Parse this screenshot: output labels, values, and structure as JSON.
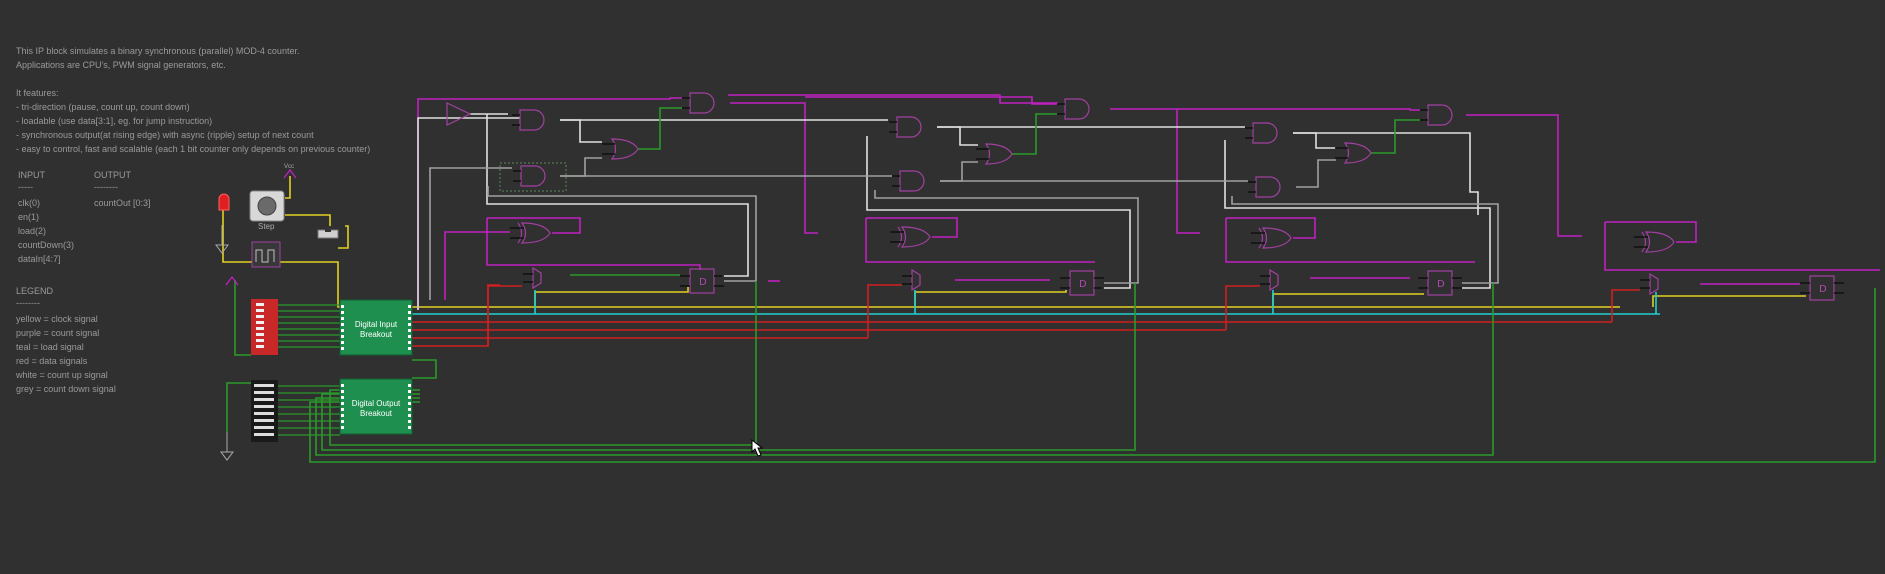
{
  "description": {
    "lines": [
      "This IP block simulates a binary synchronous (parallel) MOD-4 counter.",
      "Applications are CPU's, PWM signal generators, etc.",
      "",
      "It features:",
      "- tri-direction (pause, count up, count down)",
      "- loadable (use data[3:1], eg. for jump instruction)",
      "- synchronous output(at rising edge) with async (ripple) setup of next count",
      "- easy to control, fast and scalable (each 1 bit counter only depends on previous counter)"
    ]
  },
  "io_table": {
    "input_header": "INPUT",
    "input_rule": "-----",
    "output_header": "OUTPUT",
    "output_rule": "--------",
    "inputs": [
      "clk(0)",
      "en(1)",
      "load(2)",
      "countDown(3)",
      "dataIn[4:7]"
    ],
    "outputs": [
      "countOut [0:3]"
    ]
  },
  "legend": {
    "title": "LEGEND",
    "rule": "--------",
    "items": [
      "yellow = clock signal",
      "purple = count signal",
      "teal = load signal",
      "red = data signals",
      "white = count up signal",
      "grey = count down signal"
    ]
  },
  "components": {
    "step_label": "Step",
    "vcc_label": "Vcc",
    "input_breakout": "Digital Input Breakout",
    "output_breakout": "Digital Output Breakout",
    "flipflop_label": "D"
  },
  "colors": {
    "background": "#303030",
    "clock": "#e0d020",
    "count": "#c020c0",
    "load": "#20d0d0",
    "data": "#d02020",
    "count_up": "#e0e0e0",
    "count_down": "#a0a0a0",
    "output_wire": "#2a9a2a",
    "breakout_green": "#1f8f4f",
    "gate_outline": "#a040a0"
  },
  "cursor": {
    "icon": "hand-pointer-icon"
  }
}
